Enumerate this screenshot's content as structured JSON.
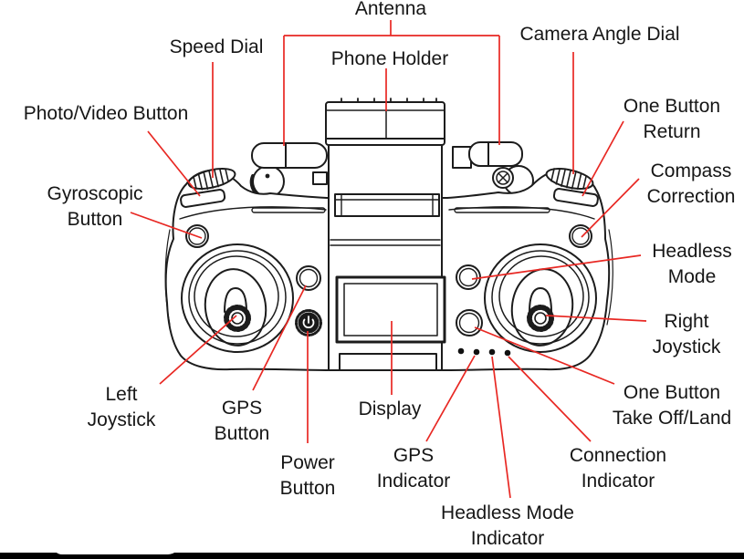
{
  "diagram_type": "drone-remote-controller-parts-diagram",
  "labels": {
    "antenna": "Antenna",
    "speed_dial": "Speed Dial",
    "phone_holder": "Phone Holder",
    "camera_angle_dial": "Camera Angle Dial",
    "photo_video_button": "Photo/Video Button",
    "one_button_return": "One Button\nReturn",
    "gyroscopic_button": "Gyroscopic\nButton",
    "compass_correction": "Compass\nCorrection",
    "headless_mode": "Headless\nMode",
    "right_joystick": "Right\nJoystick",
    "left_joystick": "Left\nJoystick",
    "gps_button": "GPS\nButton",
    "display": "Display",
    "power_button": "Power\nButton",
    "gps_indicator": "GPS\nIndicator",
    "one_button_takeoff": "One Button\nTake Off/Land",
    "connection_indicator": "Connection\nIndicator",
    "headless_mode_indicator": "Headless Mode\nIndicator"
  },
  "indicator_led_count": 4,
  "colors": {
    "leader_line": "#e82823",
    "ink": "#1c1c1c",
    "background": "#ffffff",
    "bottom_bar": "#000000"
  }
}
